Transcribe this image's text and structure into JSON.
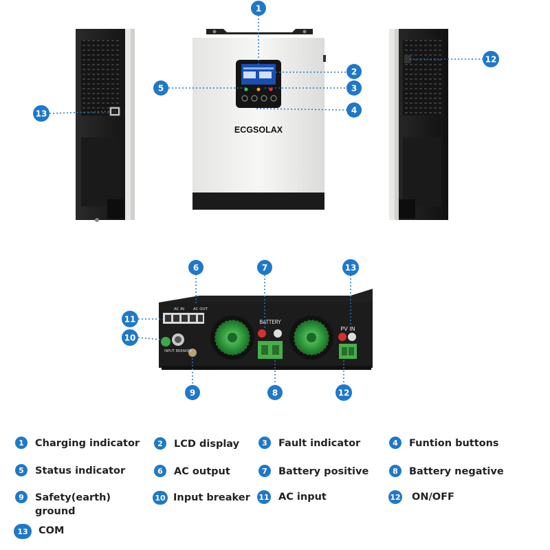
{
  "brand_logo": "ECGSOLAX",
  "front_panel_text": {
    "ac_in": "AC IN",
    "ac_out": "AC OUT",
    "battery": "BATTERY",
    "pv_in": "PV IN",
    "input_breaker": "INPUT BREAKER",
    "plus": "+",
    "minus": "−"
  },
  "callouts": [
    {
      "num": "1"
    },
    {
      "num": "2"
    },
    {
      "num": "3"
    },
    {
      "num": "4"
    },
    {
      "num": "5"
    },
    {
      "num": "6"
    },
    {
      "num": "7"
    },
    {
      "num": "8"
    },
    {
      "num": "9"
    },
    {
      "num": "10"
    },
    {
      "num": "11"
    },
    {
      "num": "12"
    },
    {
      "num": "13"
    },
    {
      "num": "12"
    },
    {
      "num": "13"
    }
  ],
  "legend": [
    {
      "num": "1",
      "label": "Charging indicator"
    },
    {
      "num": "2",
      "label": "LCD display"
    },
    {
      "num": "3",
      "label": "Fault indicator"
    },
    {
      "num": "4",
      "label": "Funtion buttons"
    },
    {
      "num": "5",
      "label": "Status indicator"
    },
    {
      "num": "6",
      "label": "AC output"
    },
    {
      "num": "7",
      "label": "Battery positive"
    },
    {
      "num": "8",
      "label": "Battery negative"
    },
    {
      "num": "9",
      "label": "Safety(earth) ground"
    },
    {
      "num": "10",
      "label": "Input breaker"
    },
    {
      "num": "11",
      "label": "AC input"
    },
    {
      "num": "12",
      "label": "ON/OFF"
    },
    {
      "num": "13",
      "label": "COM"
    }
  ],
  "colors": {
    "badge": "#1f78c8",
    "leader": "#1f78c8",
    "device_body": "#f2f2f0",
    "device_dark": "#1a1a1a",
    "fan_green": "#3caa48",
    "terminal_green": "#46b04a"
  }
}
